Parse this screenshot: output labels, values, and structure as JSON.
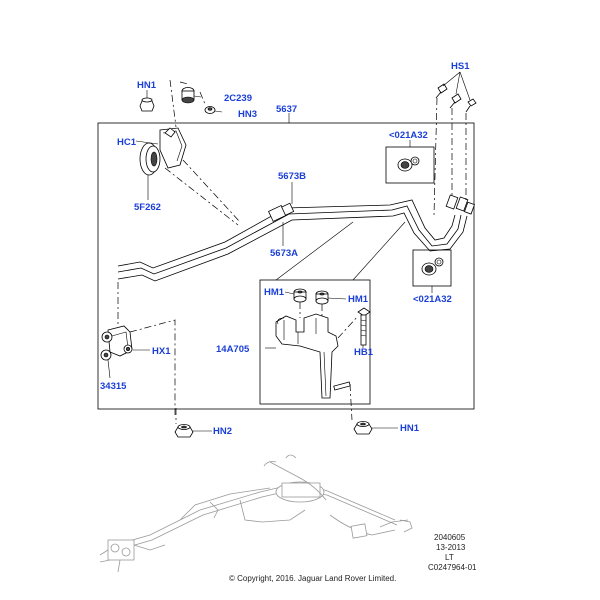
{
  "callouts": {
    "hn1_top": "HN1",
    "c2c239": "2C239",
    "hn3": "HN3",
    "n5637": "5637",
    "hc1": "HC1",
    "f262": "5F262",
    "n5673b": "5673B",
    "n5673a": "5673A",
    "hs1": "HS1",
    "a32_top": "<021A32",
    "a32_bottom": "<021A32",
    "hm1_left": "HM1",
    "hm1_right": "HM1",
    "n14a705": "14A705",
    "hb1": "HB1",
    "hx1": "HX1",
    "n34315": "34315",
    "hn2": "HN2",
    "hn1_bottom": "HN1"
  },
  "footer": {
    "code_line1": "2040605",
    "code_line2": "13-2013",
    "code_line3": "LT",
    "code_line4": "C0247964-01",
    "copyright": "© Copyright, 2016. Jaguar Land Rover Limited."
  },
  "colors": {
    "callout": "#1a3fd6",
    "line": "#000000",
    "ghost": "#9a9a9a"
  }
}
